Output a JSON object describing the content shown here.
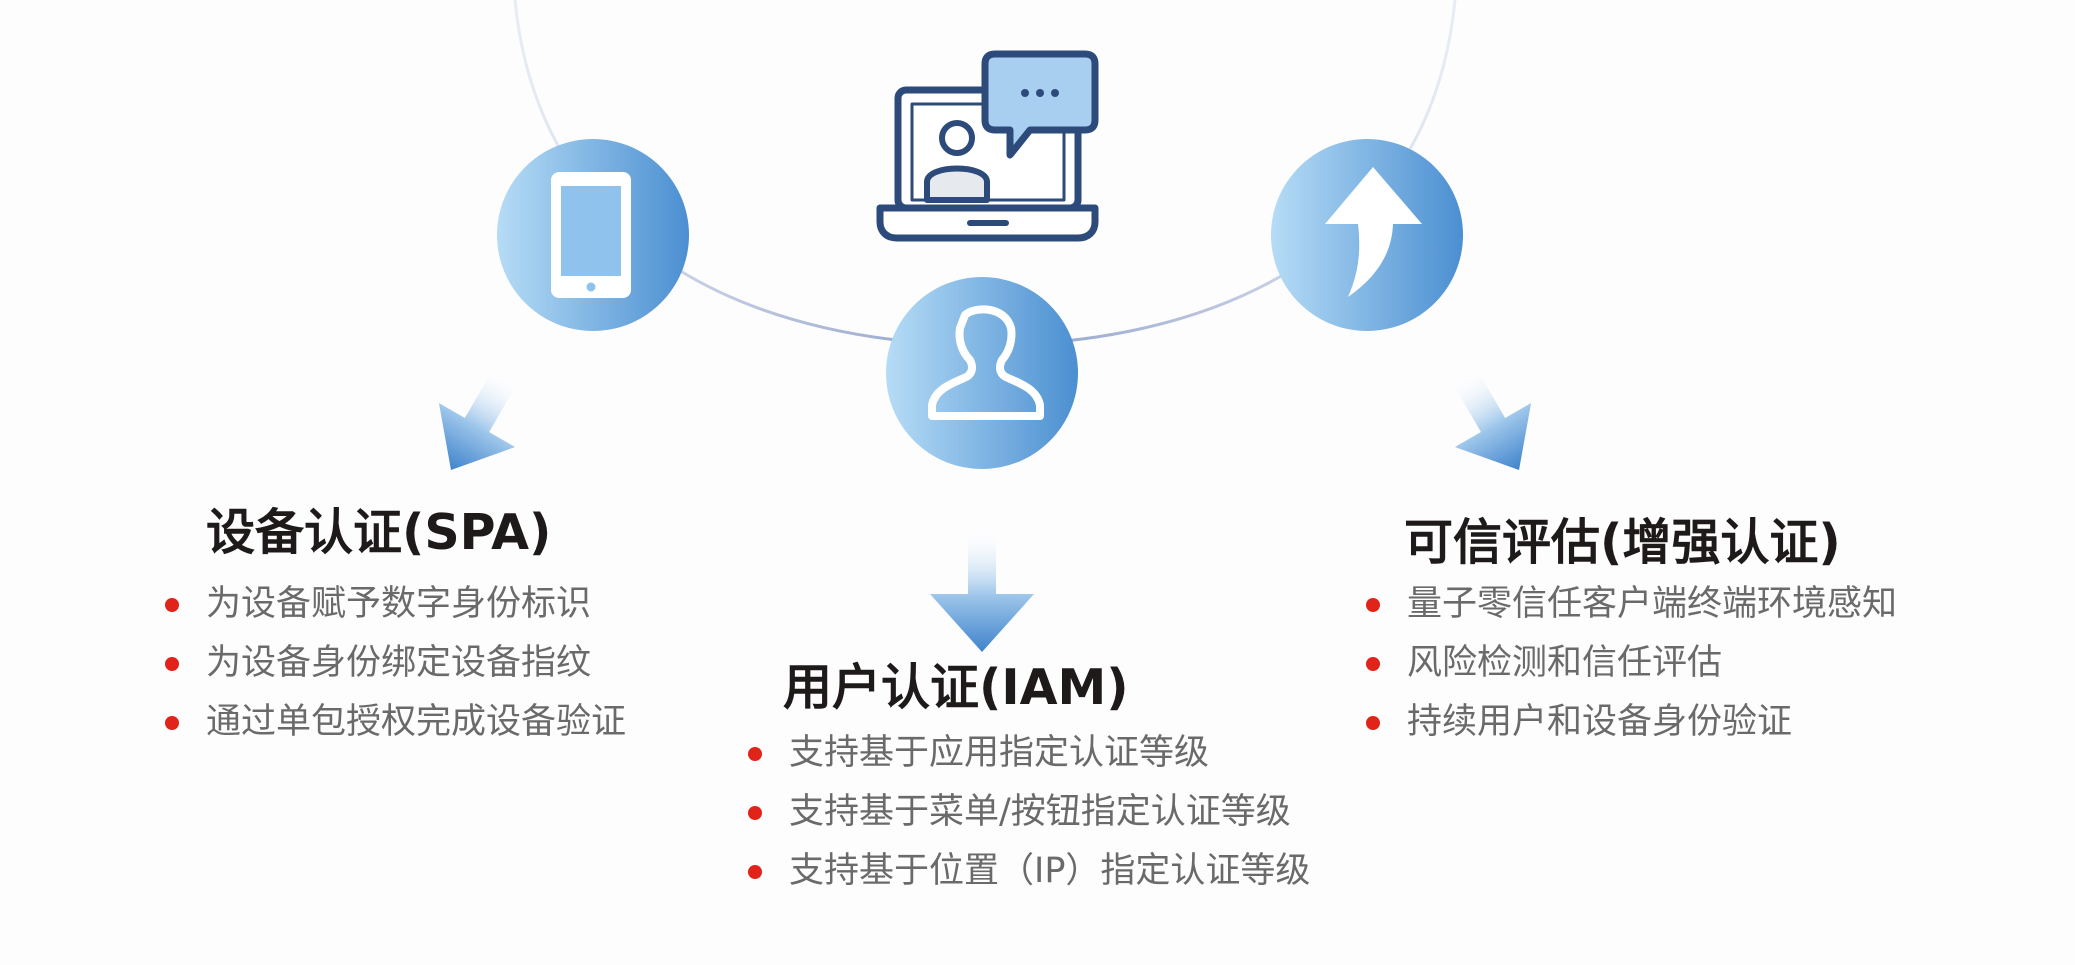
{
  "sections": {
    "device": {
      "title": "设备认证(SPA)",
      "items": [
        "为设备赋予数字身份标识",
        "为设备身份绑定设备指纹",
        "通过单包授权完成设备验证"
      ]
    },
    "user": {
      "title": "用户认证(IAM)",
      "items": [
        "支持基于应用指定认证等级",
        "支持基于菜单/按钮指定认证等级",
        "支持基于位置（IP）指定认证等级"
      ]
    },
    "trust": {
      "title": "可信评估(增强认证)",
      "items": [
        "量子零信任客户端终端环境感知",
        "风险检测和信任评估",
        "持续用户和设备身份验证"
      ]
    }
  },
  "icons": [
    "laptop-chat-icon",
    "tablet-icon",
    "user-icon",
    "arrow-up-icon"
  ],
  "colors": {
    "title": "#1e1a1a",
    "item_text": "#6a6a6a",
    "bullet": "#e2231a",
    "circle_light": "#b6dcf6",
    "circle_dark": "#4b8fd1",
    "laptop_stroke": "#2c4a7a",
    "laptop_bubble": "#a9cff0"
  }
}
